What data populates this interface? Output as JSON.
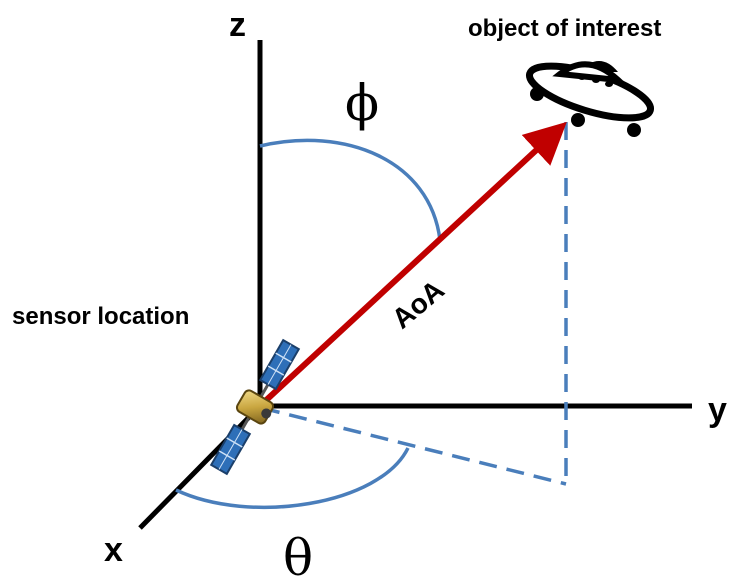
{
  "labels": {
    "z_axis": "z",
    "y_axis": "y",
    "x_axis": "x",
    "phi": "ϕ",
    "theta": "θ",
    "aoa": "AoA",
    "sensor": "sensor location",
    "object": "object of interest"
  },
  "colors": {
    "axis": "#000000",
    "arrow": "#c00000",
    "arc": "#4a7ebb",
    "projection": "#4a7ebb",
    "satellite_panel": "#2e6fb8",
    "satellite_body": "#c9a640"
  },
  "icons": {
    "sensor": "satellite-icon",
    "object": "ufo-icon"
  }
}
